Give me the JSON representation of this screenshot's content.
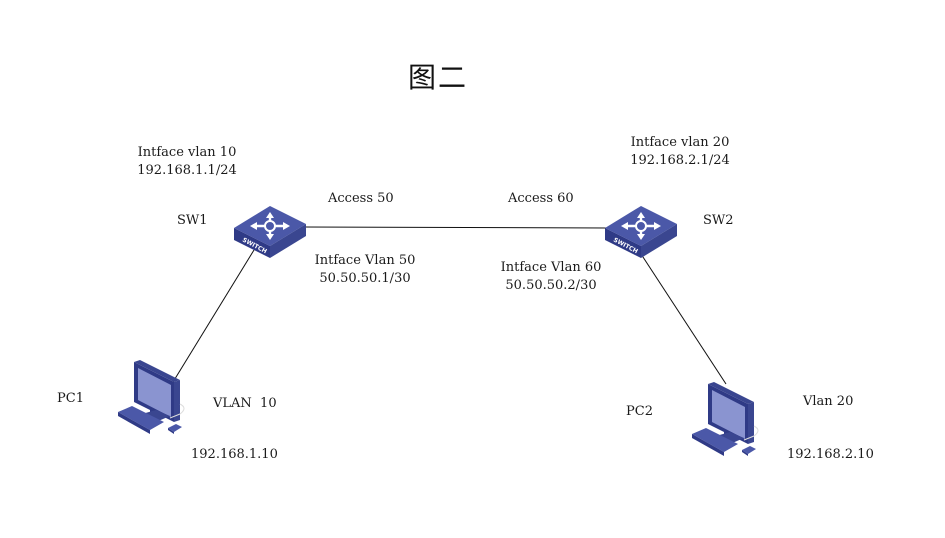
{
  "title": "图二",
  "devices": {
    "sw1": {
      "name": "SW1",
      "icon": "switch-icon",
      "badge": "SWITCH"
    },
    "sw2": {
      "name": "SW2",
      "icon": "switch-icon",
      "badge": "SWITCH"
    },
    "pc1": {
      "name": "PC1",
      "icon": "pc-icon",
      "vlan": "VLAN  10",
      "ip": "192.168.1.10"
    },
    "pc2": {
      "name": "PC2",
      "icon": "pc-icon",
      "vlan": "Vlan 20",
      "ip": "192.168.2.10"
    }
  },
  "labels": {
    "sw1_iface": "Intface vlan 10",
    "sw1_ip": "192.168.1.1/24",
    "sw2_iface": "Intface vlan 20",
    "sw2_ip": "192.168.2.1/24",
    "sw1_access": "Access 50",
    "sw2_access": "Access 60",
    "sw1_link_iface": "Intface Vlan 50",
    "sw1_link_ip": "50.50.50.1/30",
    "sw2_link_iface": "Intface Vlan 60",
    "sw2_link_ip": "50.50.50.2/30"
  },
  "colors": {
    "device_top": "#4b58a8",
    "device_side": "#2f3a86",
    "device_light": "#8a94d0",
    "link": "#111111"
  }
}
